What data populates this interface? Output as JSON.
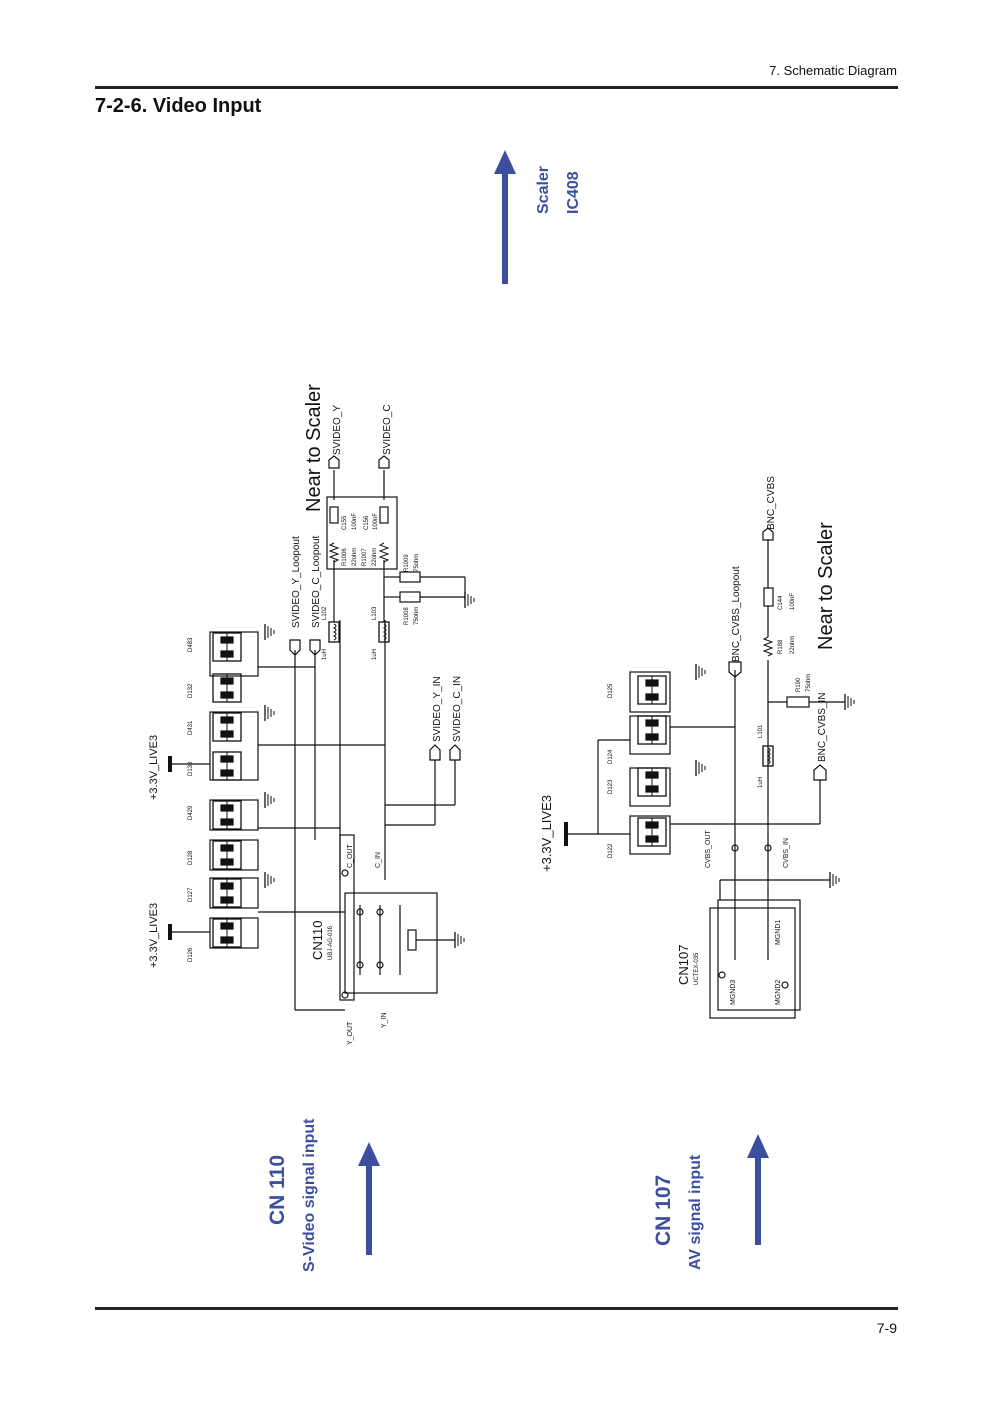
{
  "header": {
    "section": "7. Schematic Diagram"
  },
  "title": "7-2-6. Video Input",
  "page_number": "7-9",
  "colors": {
    "accent": "#3b4ea0",
    "ink": "#1a1a1a"
  },
  "callouts": {
    "scaler": "Scaler",
    "ic": "IC408",
    "cn110": "CN 110",
    "cn110_desc": "S-Video signal input",
    "cn107": "CN 107",
    "cn107_desc": "AV signal input"
  },
  "upper": {
    "near": "Near to Scaler",
    "sv_y": "SVIDEO_Y",
    "sv_c": "SVIDEO_C",
    "sv_y_loop": "SVIDEO_Y_Loopout",
    "sv_c_loop": "SVIDEO_C_Loopout",
    "sv_y_in": "SVIDEO_Y_IN",
    "sv_c_in": "SVIDEO_C_IN",
    "live3a": "+3.3V_LIVE3",
    "live3b": "+3.3V_LIVE3",
    "c155": "C155",
    "c155v": "100nF",
    "c156": "C156",
    "c156v": "100nF",
    "r1006": "R1006",
    "r1006v": "22ohm",
    "r1007": "R1007",
    "r1007v": "22ohm",
    "r1009": "R1009",
    "r1009v": "75ohm",
    "r1008": "R1008",
    "r1008v": "75ohm",
    "l102": "L102",
    "l103": "L103",
    "l102v": "1uH",
    "l103v": "1uH",
    "d_labels": [
      "D483",
      "D132",
      "D431",
      "D130",
      "D429",
      "D128",
      "D127",
      "D126"
    ],
    "cn": "CN110",
    "cn_part": "UBJ-AG-016",
    "c_out": "C_OUT",
    "c_in": "C_IN",
    "y_out": "Y_OUT",
    "y_in": "Y_IN"
  },
  "lower": {
    "near": "Near to Scaler",
    "bnc": "BNC_CVBS",
    "bnc_loop": "BNC_CVBS_Loopout",
    "bnc_in": "BNC_CVBS_IN",
    "live3": "+3.3V_LIVE3",
    "c144": "C144",
    "c144v": "100nF",
    "r188": "R188",
    "r188v": "22ohm",
    "r190": "R190",
    "r190v": "75ohm",
    "l101": "L101",
    "l101v": "1uH",
    "d_labels": [
      "D125",
      "D124",
      "D123",
      "D122"
    ],
    "cvbs_out": "CVBS_OUT",
    "cvbs_in": "CVBS_IN",
    "cn": "CN107",
    "cn_part": "UCTEX-035",
    "mgnd1": "MGND1",
    "mgnd2": "MGND2",
    "mgnd3": "MGND3"
  }
}
